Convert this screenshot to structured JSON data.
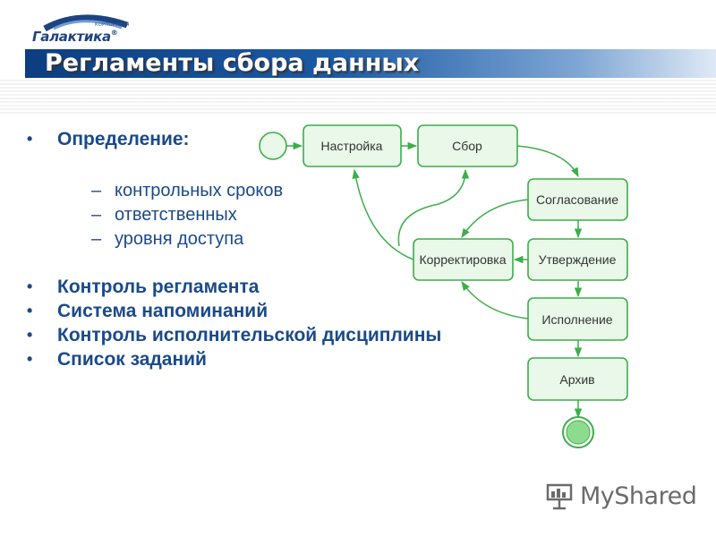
{
  "logo": {
    "small_text": "КОРПОРАЦИЯ",
    "name": "Галактика",
    "mark": "®"
  },
  "title": "Регламенты сбора данных",
  "bullets": {
    "definition": "Определение:",
    "sub_items": [
      "контрольных сроков",
      "ответственных",
      "уровня доступа"
    ],
    "items": [
      "Контроль регламента",
      "Система напоминаний",
      "Контроль исполнительской дисциплины",
      "Список заданий"
    ],
    "dash": "–",
    "dot": "•"
  },
  "diagram": {
    "nodes": {
      "nastroyka": "Настройка",
      "sbor": "Сбор",
      "soglasovanie": "Согласование",
      "korrektirovka": "Корректировка",
      "utverzhdenie": "Утверждение",
      "ispolnenie": "Исполнение",
      "arkhiv": "Архив"
    },
    "colors": {
      "stroke": "#3cae4a",
      "fill": "#e9f8e9",
      "final_fill": "#8ddc8d"
    }
  },
  "watermark": {
    "text": "MyShared",
    "icon": "presentation-board-icon"
  },
  "colors": {
    "title_bar": "#1b5ba5",
    "text": "#1a4a8a"
  }
}
